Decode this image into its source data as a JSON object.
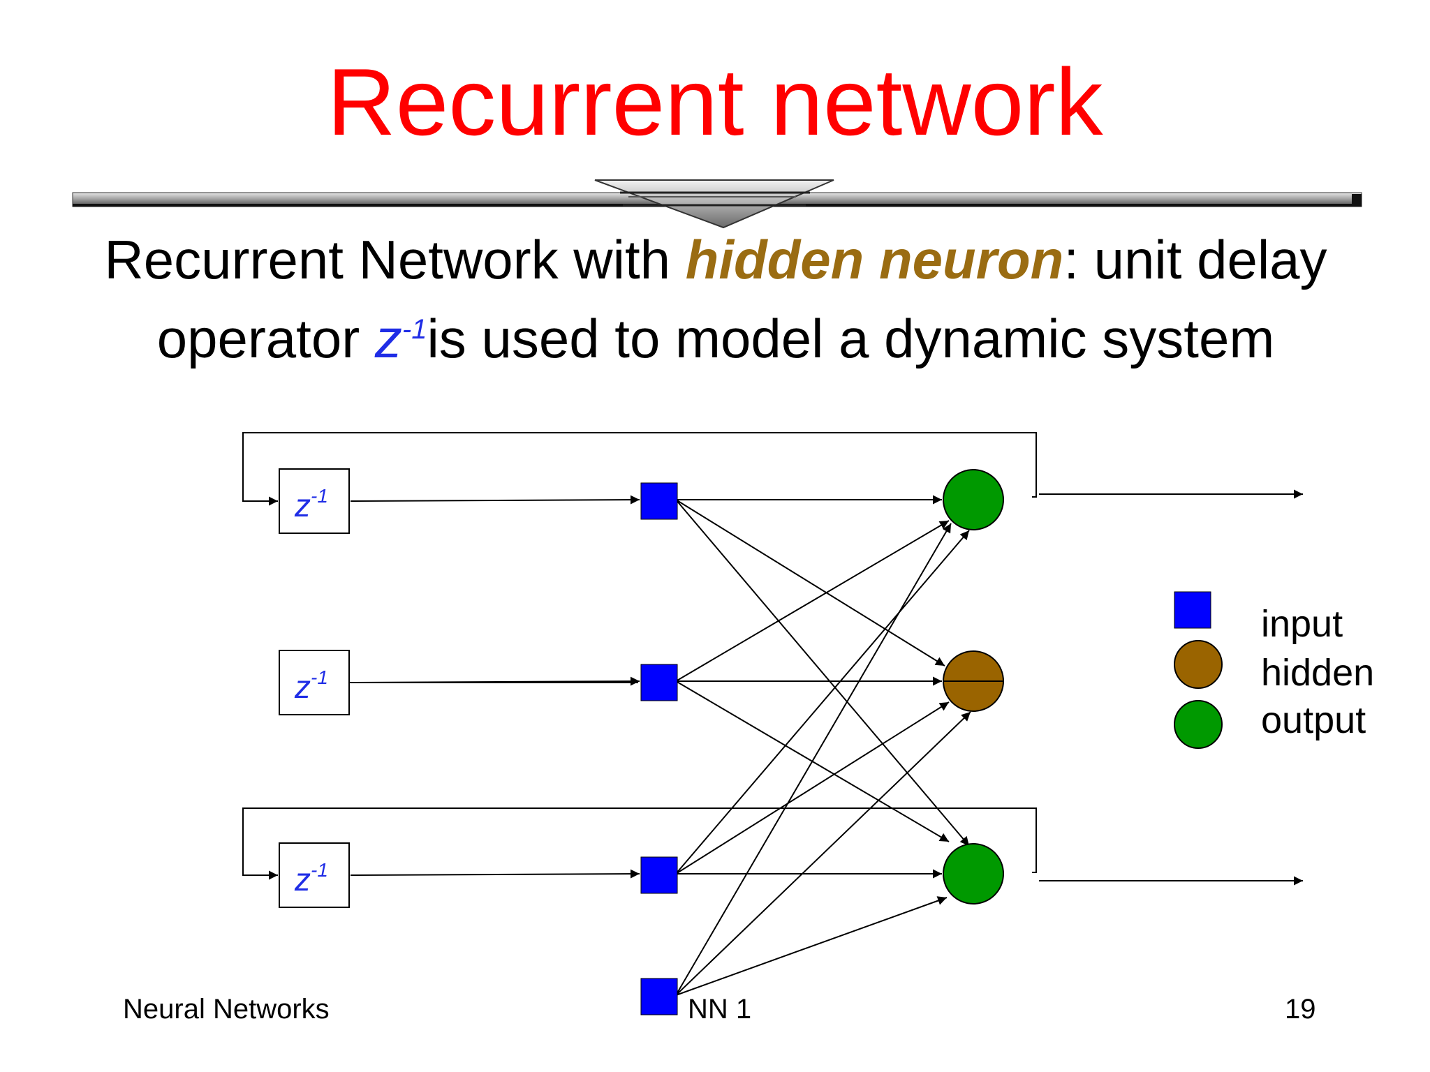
{
  "slide": {
    "title": "Recurrent network",
    "subtitle": {
      "part1": "Recurrent Network with ",
      "emphasis": "hidden neuron",
      "part2": ": unit delay",
      "part3": "operator ",
      "operator_base": "z",
      "operator_exp": "-1",
      "part4": "is used to model a dynamic system"
    },
    "footer": {
      "left": "Neural Networks",
      "center": "NN 1",
      "right": "19"
    }
  },
  "diagram": {
    "delay_label_base": "z",
    "delay_label_exp": "-1",
    "legend": {
      "input": "input",
      "hidden": "hidden",
      "output": "output"
    },
    "colors": {
      "title": "#ff0000",
      "emphasis": "#9a6c12",
      "operator": "#1f2de6",
      "input": "#0000ff",
      "hidden": "#9a6400",
      "output": "#009900"
    }
  }
}
